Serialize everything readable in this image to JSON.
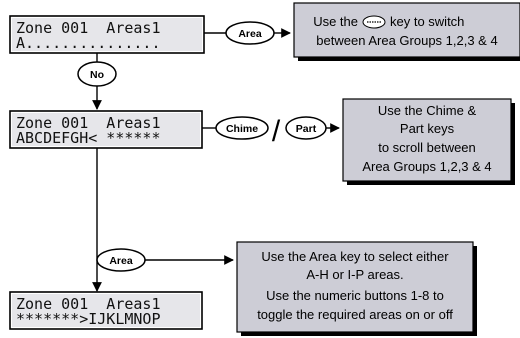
{
  "displays": [
    {
      "line1": "Zone 001  Areas1",
      "line2": "A..............."
    },
    {
      "line1": "Zone 001  Areas1",
      "line2": "ABCDEFGH< ******"
    },
    {
      "line1": "Zone 001  Areas1",
      "line2": "*******>IJKLMNOP"
    }
  ],
  "buttons": {
    "area_top": "Area",
    "no": "No",
    "chime": "Chime",
    "part": "Part",
    "area_bottom": "Area"
  },
  "notes": {
    "top": {
      "line1_before": "Use the",
      "line1_after": "key to switch",
      "line2": "between Area Groups 1,2,3 & 4"
    },
    "middle": {
      "lines": [
        "Use the Chime &",
        "Part keys",
        "to scroll between",
        "Area Groups 1,2,3 & 4"
      ]
    },
    "bottom": {
      "lines": [
        "Use the Area key to select either",
        "A-H or I-P areas.",
        "Use the numeric buttons 1-8 to",
        "toggle the required areas on or off"
      ]
    }
  },
  "separator": "/",
  "icons": {
    "area_key_inline": "area-key-icon"
  },
  "colors": {
    "lcd_bg": "#e6e6ea",
    "note_bg": "#cdcdd6",
    "shadow": "#000000",
    "line": "#000000"
  }
}
